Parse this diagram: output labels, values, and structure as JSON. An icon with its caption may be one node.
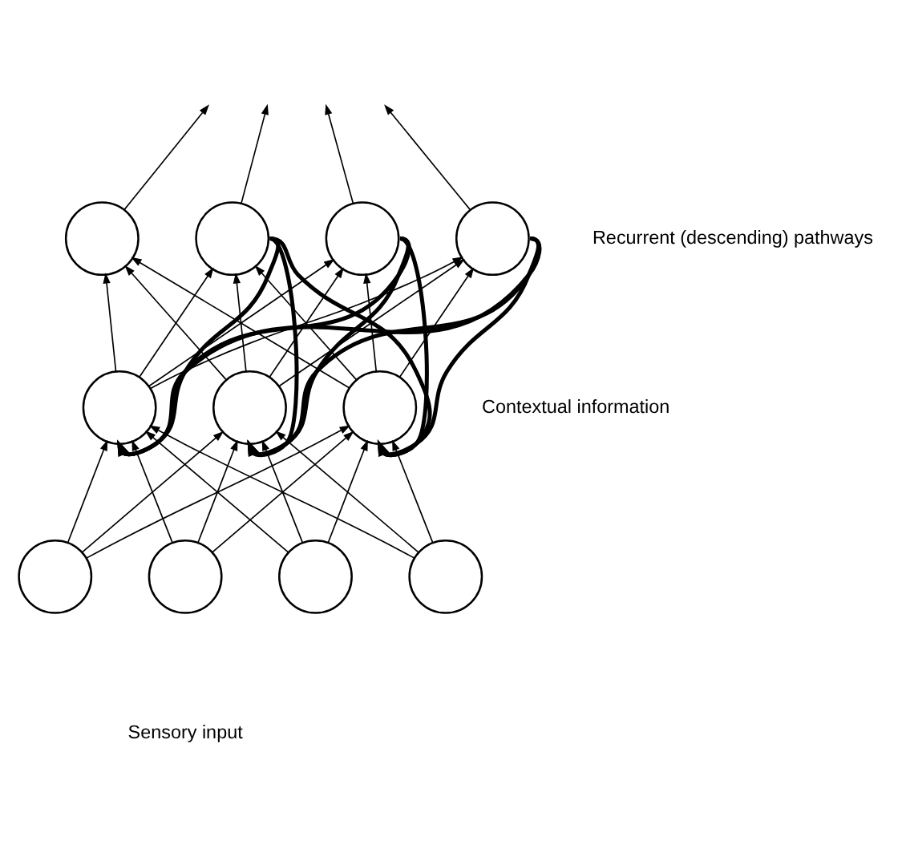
{
  "diagram": {
    "nodes": [
      {
        "text": [],
        "shape": "circle"
      },
      {
        "text": [],
        "shape": "circle"
      },
      {
        "text": [],
        "shape": "circle"
      },
      {
        "text": [],
        "shape": "circle"
      },
      {
        "text": [],
        "shape": "circle"
      },
      {
        "text": [],
        "shape": "circle"
      },
      {
        "text": [],
        "shape": "circle"
      },
      {
        "text": [],
        "shape": "circle"
      },
      {
        "text": [],
        "shape": "circle"
      },
      {
        "text": [],
        "shape": "circle"
      },
      {
        "text": [],
        "shape": "circle"
      }
    ],
    "edges": [
      {
        "from": 0,
        "to": null,
        "arrow": "to"
      },
      {
        "from": 1,
        "to": null,
        "arrow": "to"
      },
      {
        "from": 2,
        "to": null,
        "arrow": "to"
      },
      {
        "from": 3,
        "to": null,
        "arrow": "to"
      },
      {
        "from": 4,
        "to": 0,
        "arrow": "to"
      },
      {
        "from": 4,
        "to": 1,
        "arrow": "to"
      },
      {
        "from": 4,
        "to": 2,
        "arrow": "to"
      },
      {
        "from": 4,
        "to": 3,
        "arrow": "to"
      },
      {
        "from": 5,
        "to": 0,
        "arrow": "to"
      },
      {
        "from": 5,
        "to": 1,
        "arrow": "to"
      },
      {
        "from": 5,
        "to": 2,
        "arrow": "to"
      },
      {
        "from": 5,
        "to": 3,
        "arrow": "to"
      },
      {
        "from": 6,
        "to": 0,
        "arrow": "to"
      },
      {
        "from": 6,
        "to": 1,
        "arrow": "to"
      },
      {
        "from": 6,
        "to": 2,
        "arrow": "to"
      },
      {
        "from": 6,
        "to": 3,
        "arrow": "to"
      },
      {
        "from": 7,
        "to": 4,
        "arrow": "to"
      },
      {
        "from": 7,
        "to": 5,
        "arrow": "to"
      },
      {
        "from": 7,
        "to": 6,
        "arrow": "to"
      },
      {
        "from": 8,
        "to": 4,
        "arrow": "to"
      },
      {
        "from": 8,
        "to": 5,
        "arrow": "to"
      },
      {
        "from": 8,
        "to": 6,
        "arrow": "to"
      },
      {
        "from": 9,
        "to": 4,
        "arrow": "to"
      },
      {
        "from": 9,
        "to": 5,
        "arrow": "to"
      },
      {
        "from": 9,
        "to": 6,
        "arrow": "to"
      },
      {
        "from": 10,
        "to": 4,
        "arrow": "to"
      },
      {
        "from": 10,
        "to": 5,
        "arrow": "to"
      },
      {
        "from": 10,
        "to": 6,
        "arrow": "to"
      },
      {
        "from": 1,
        "to": 4,
        "arrow": "to",
        "style": "thick"
      },
      {
        "from": 1,
        "to": 5,
        "arrow": "to",
        "style": "thick"
      },
      {
        "from": 1,
        "to": 6,
        "arrow": "to",
        "style": "thick"
      },
      {
        "from": 2,
        "to": 4,
        "arrow": "to",
        "style": "thick"
      },
      {
        "from": 2,
        "to": 5,
        "arrow": "to",
        "style": "thick"
      },
      {
        "from": 2,
        "to": 6,
        "arrow": "to",
        "style": "thick"
      },
      {
        "from": 3,
        "to": 4,
        "arrow": "to",
        "style": "thick"
      },
      {
        "from": 3,
        "to": 5,
        "arrow": "to",
        "style": "thick"
      },
      {
        "from": 3,
        "to": 6,
        "arrow": "to",
        "style": "thick"
      }
    ],
    "labels": [
      "Recurrent (descending) pathways",
      "Contextual information",
      "Sensory input"
    ]
  }
}
